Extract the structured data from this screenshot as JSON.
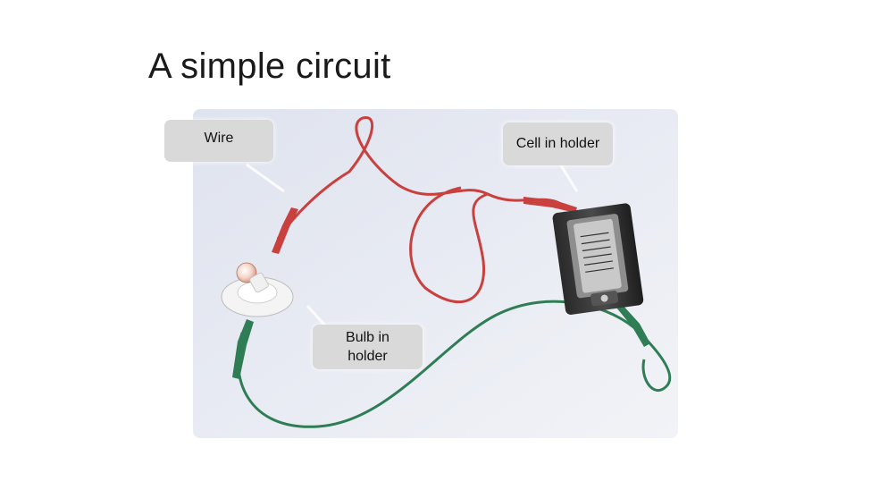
{
  "slide": {
    "title": "A simple circuit"
  },
  "callouts": {
    "wire": "Wire",
    "cell": "Cell in holder",
    "bulb_line1": "Bulb in",
    "bulb_line2": "holder"
  },
  "colors": {
    "red_wire": "#c8413f",
    "green_wire": "#2e7d55",
    "callout_bg": "#d9d9d9",
    "background_paper": "#e4e8f2"
  }
}
